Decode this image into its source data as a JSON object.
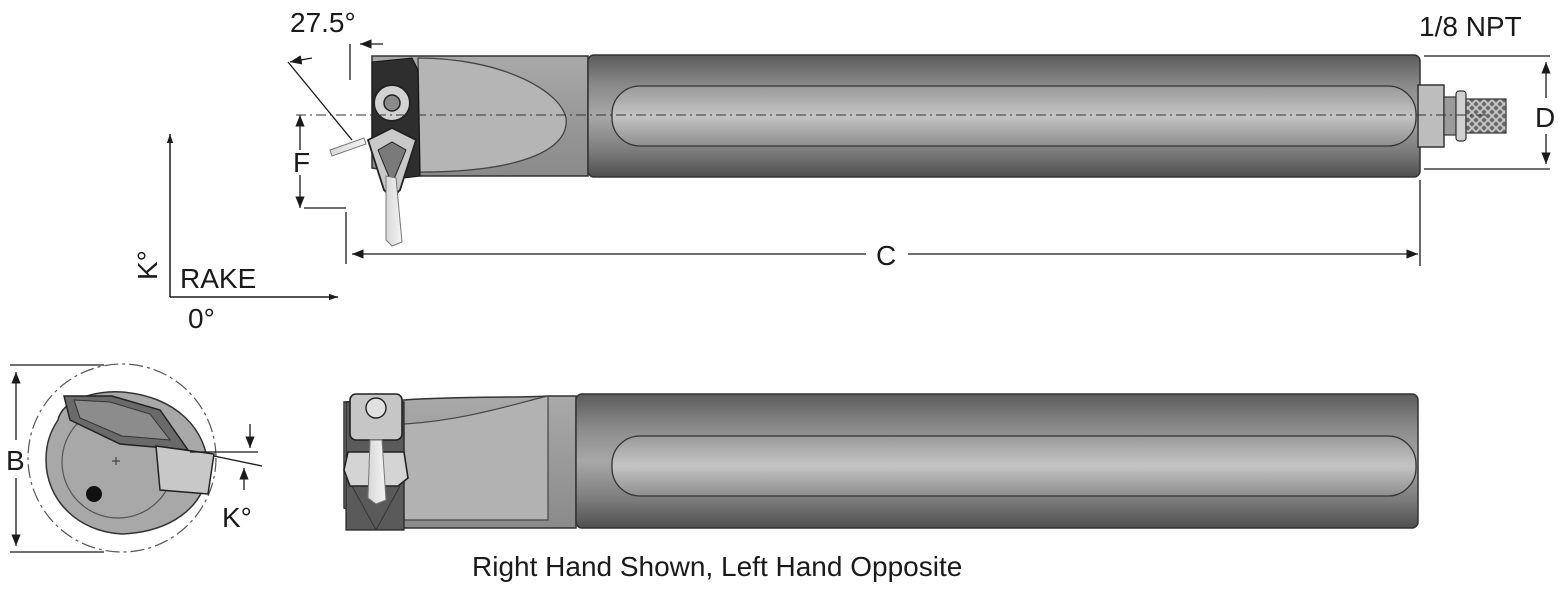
{
  "labels": {
    "angle_top": "27.5°",
    "thread": "1/8 NPT",
    "dim_d": "D",
    "dim_f": "F",
    "dim_c": "C",
    "dim_b": "B",
    "k_axis": "K°",
    "rake": "RAKE",
    "zero": "0°",
    "k_front": "K°"
  },
  "caption": "Right Hand Shown,  Left Hand Opposite",
  "colors": {
    "body_dark": "#6e6e6e",
    "body_light": "#bdbdbd",
    "insert_dark": "#2e2e2e",
    "line": "#1a1a1a"
  }
}
